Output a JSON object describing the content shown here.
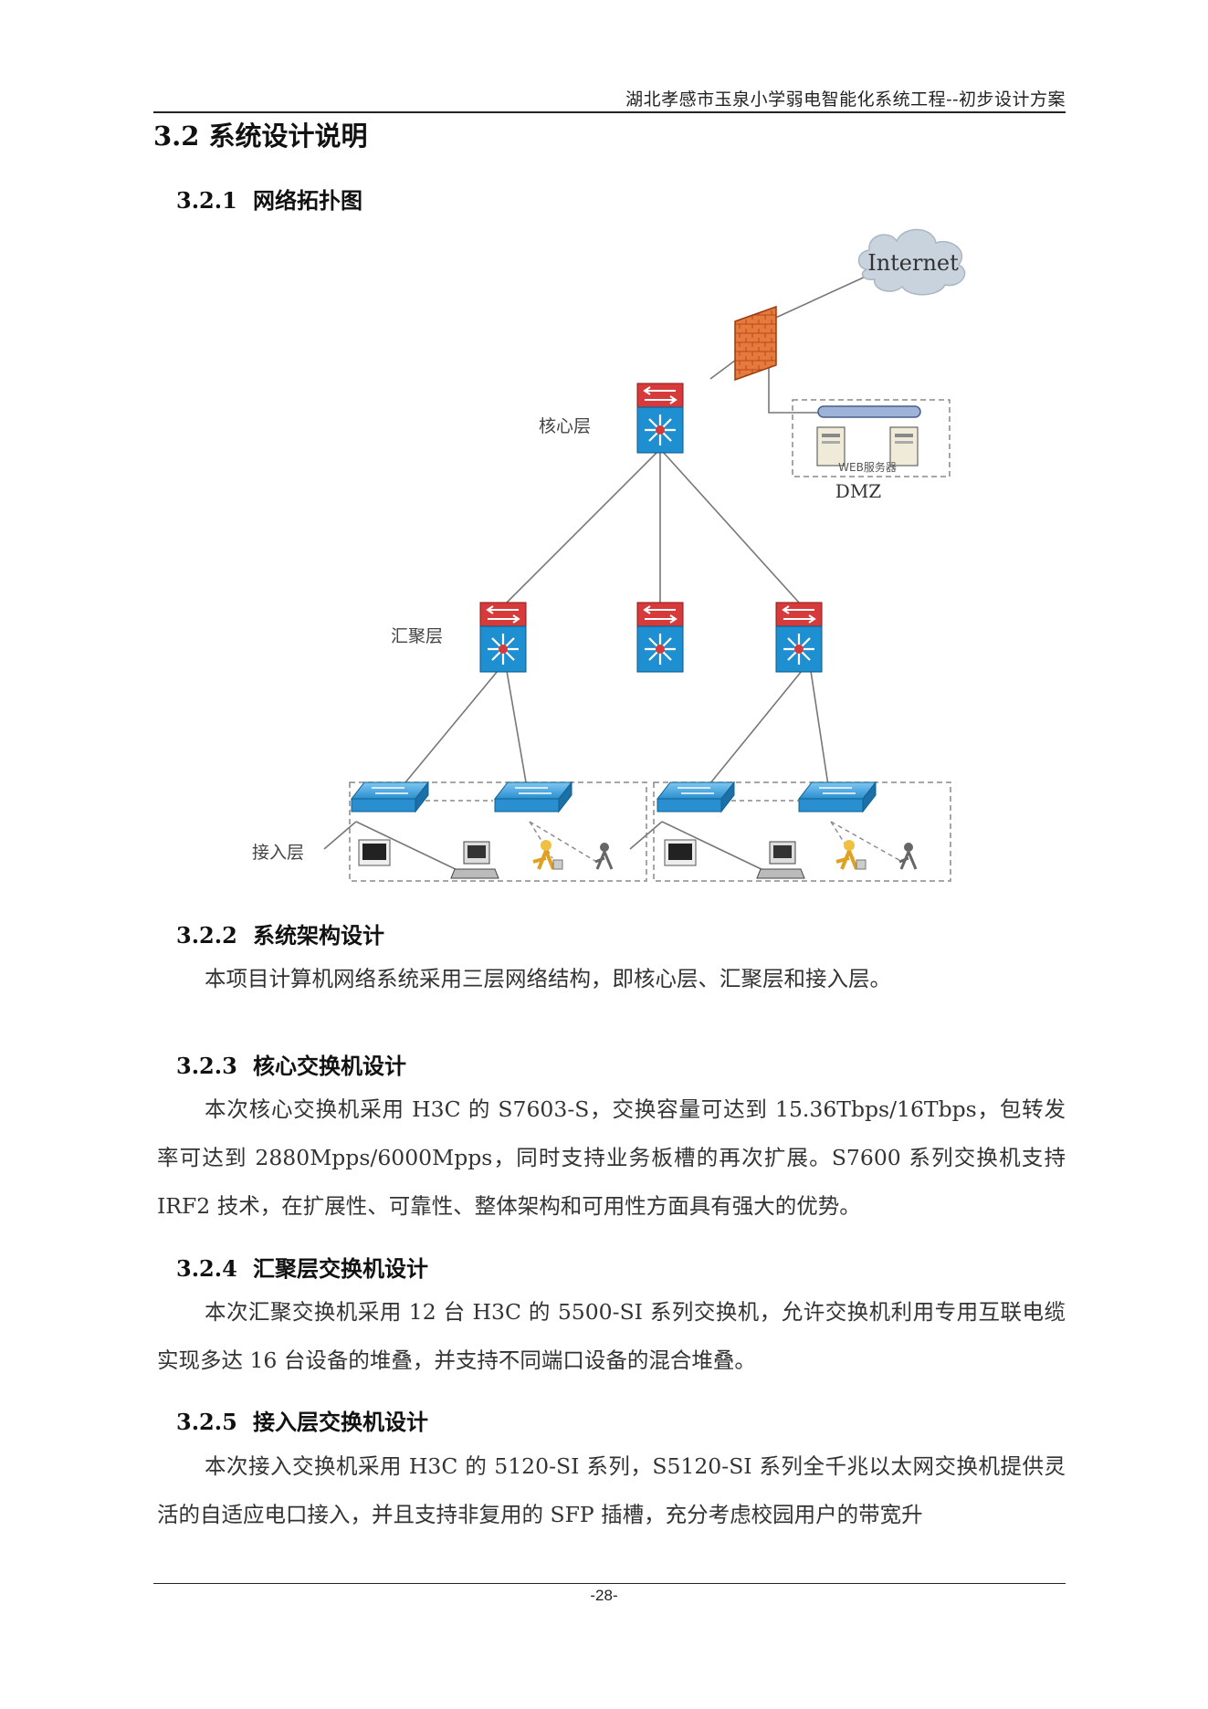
{
  "header": {
    "title": "湖北孝感市玉泉小学弱电智能化系统工程--初步设计方案"
  },
  "section": {
    "title": "3.2 系统设计说明"
  },
  "sections": [
    {
      "num": "3.2.1",
      "title": "网络拓扑图"
    },
    {
      "num": "3.2.2",
      "title": "系统架构设计",
      "paragraphs": [
        "本项目计算机网络系统采用三层网络结构，即核心层、汇聚层和接入层。"
      ]
    },
    {
      "num": "3.2.3",
      "title": "核心交换机设计",
      "paragraphs": [
        "本次核心交换机采用 H3C 的 S7603-S，交换容量可达到 15.36Tbps/16Tbps，包转发率可达到 2880Mpps/6000Mpps，同时支持业务板槽的再次扩展。S7600 系列交换机支持 IRF2 技术，在扩展性、可靠性、整体架构和可用性方面具有强大的优势。"
      ]
    },
    {
      "num": "3.2.4",
      "title": "汇聚层交换机设计",
      "paragraphs": [
        "本次汇聚交换机采用 12 台 H3C 的 5500-SI 系列交换机，允许交换机利用专用互联电缆实现多达 16 台设备的堆叠，并支持不同端口设备的混合堆叠。"
      ]
    },
    {
      "num": "3.2.5",
      "title": "接入层交换机设计",
      "paragraphs": [
        "本次接入交换机采用 H3C 的 5120-SI 系列，S5120-SI 系列全千兆以太网交换机提供灵活的自适应电口接入，并且支持非复用的 SFP 插槽，充分考虑校园用户的带宽升"
      ]
    }
  ],
  "diagram": {
    "internet_label": "Internet",
    "core_label": "核心层",
    "aggregation_label": "汇聚层",
    "access_label": "接入层",
    "dmz_label": "DMZ",
    "web_server_label": "WEB服务器"
  },
  "footer": {
    "page_number": "-28-"
  },
  "colors": {
    "switch_red": "#d63a3a",
    "switch_blue": "#1e8fd0",
    "access_switch": "#2a9ad8",
    "firewall": "#e07a3a",
    "cloud": "#c9d3dd"
  }
}
